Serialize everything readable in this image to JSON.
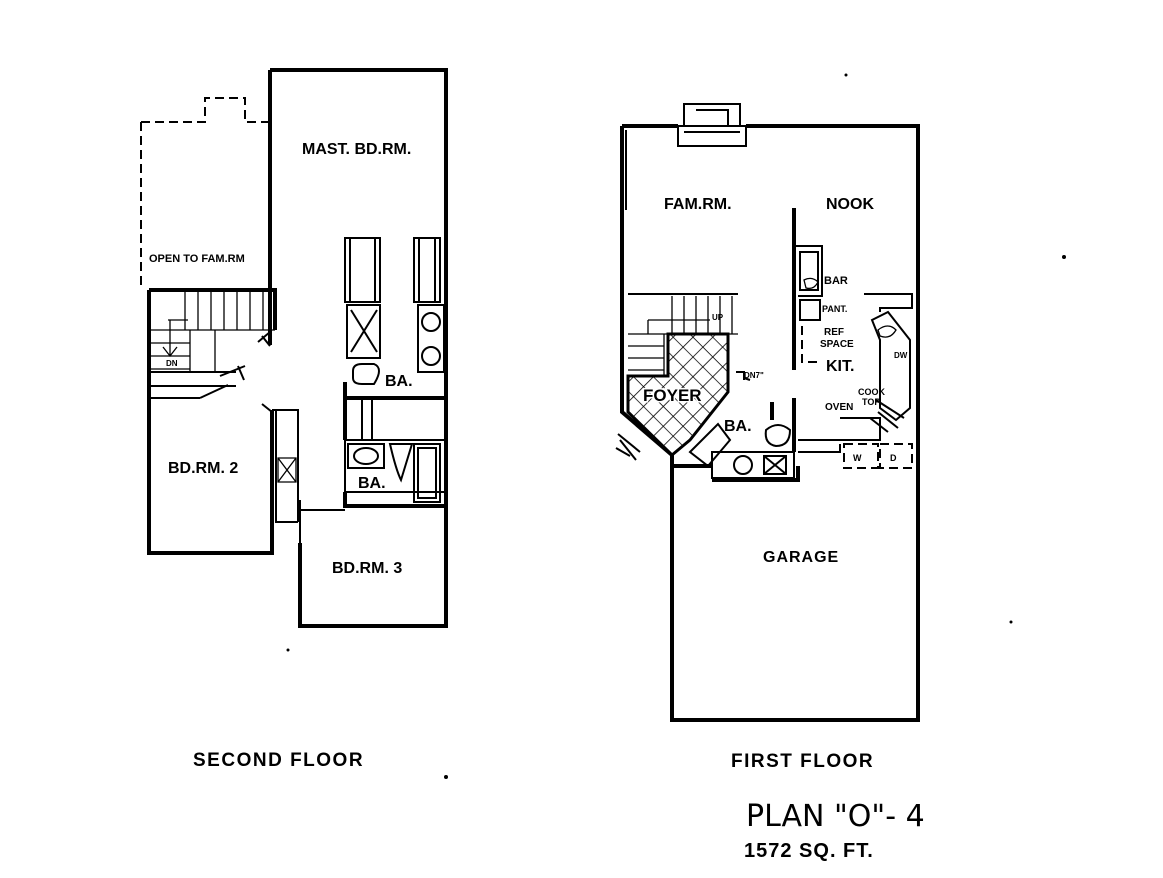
{
  "second_floor": {
    "caption": "SECOND FLOOR",
    "rooms": {
      "master_bedroom": "MAST. BD.RM.",
      "open_to_family": "OPEN TO FAM.RM",
      "bath_upper": "BA.",
      "bath_lower": "BA.",
      "bedroom2": "BD.RM. 2",
      "bedroom3": "BD.RM. 3"
    },
    "stair_down": "DN"
  },
  "first_floor": {
    "caption": "FIRST FLOOR",
    "rooms": {
      "family_room": "FAM.RM.",
      "nook": "NOOK",
      "bar": "BAR",
      "pantry": "PANT.",
      "ref_space_line1": "REF",
      "ref_space_line2": "SPACE",
      "kitchen": "KIT.",
      "cooktop_line1": "COOK",
      "cooktop_line2": "TOP",
      "oven": "OVEN",
      "foyer": "FOYER",
      "bath": "BA.",
      "garage": "GARAGE",
      "dishwasher": "DW",
      "washer": "W",
      "dryer": "D"
    },
    "stair_up": "UP",
    "stair_down": "DN7\""
  },
  "plan_title": "PLAN \"O\"- 4",
  "area": "1572 SQ. FT."
}
